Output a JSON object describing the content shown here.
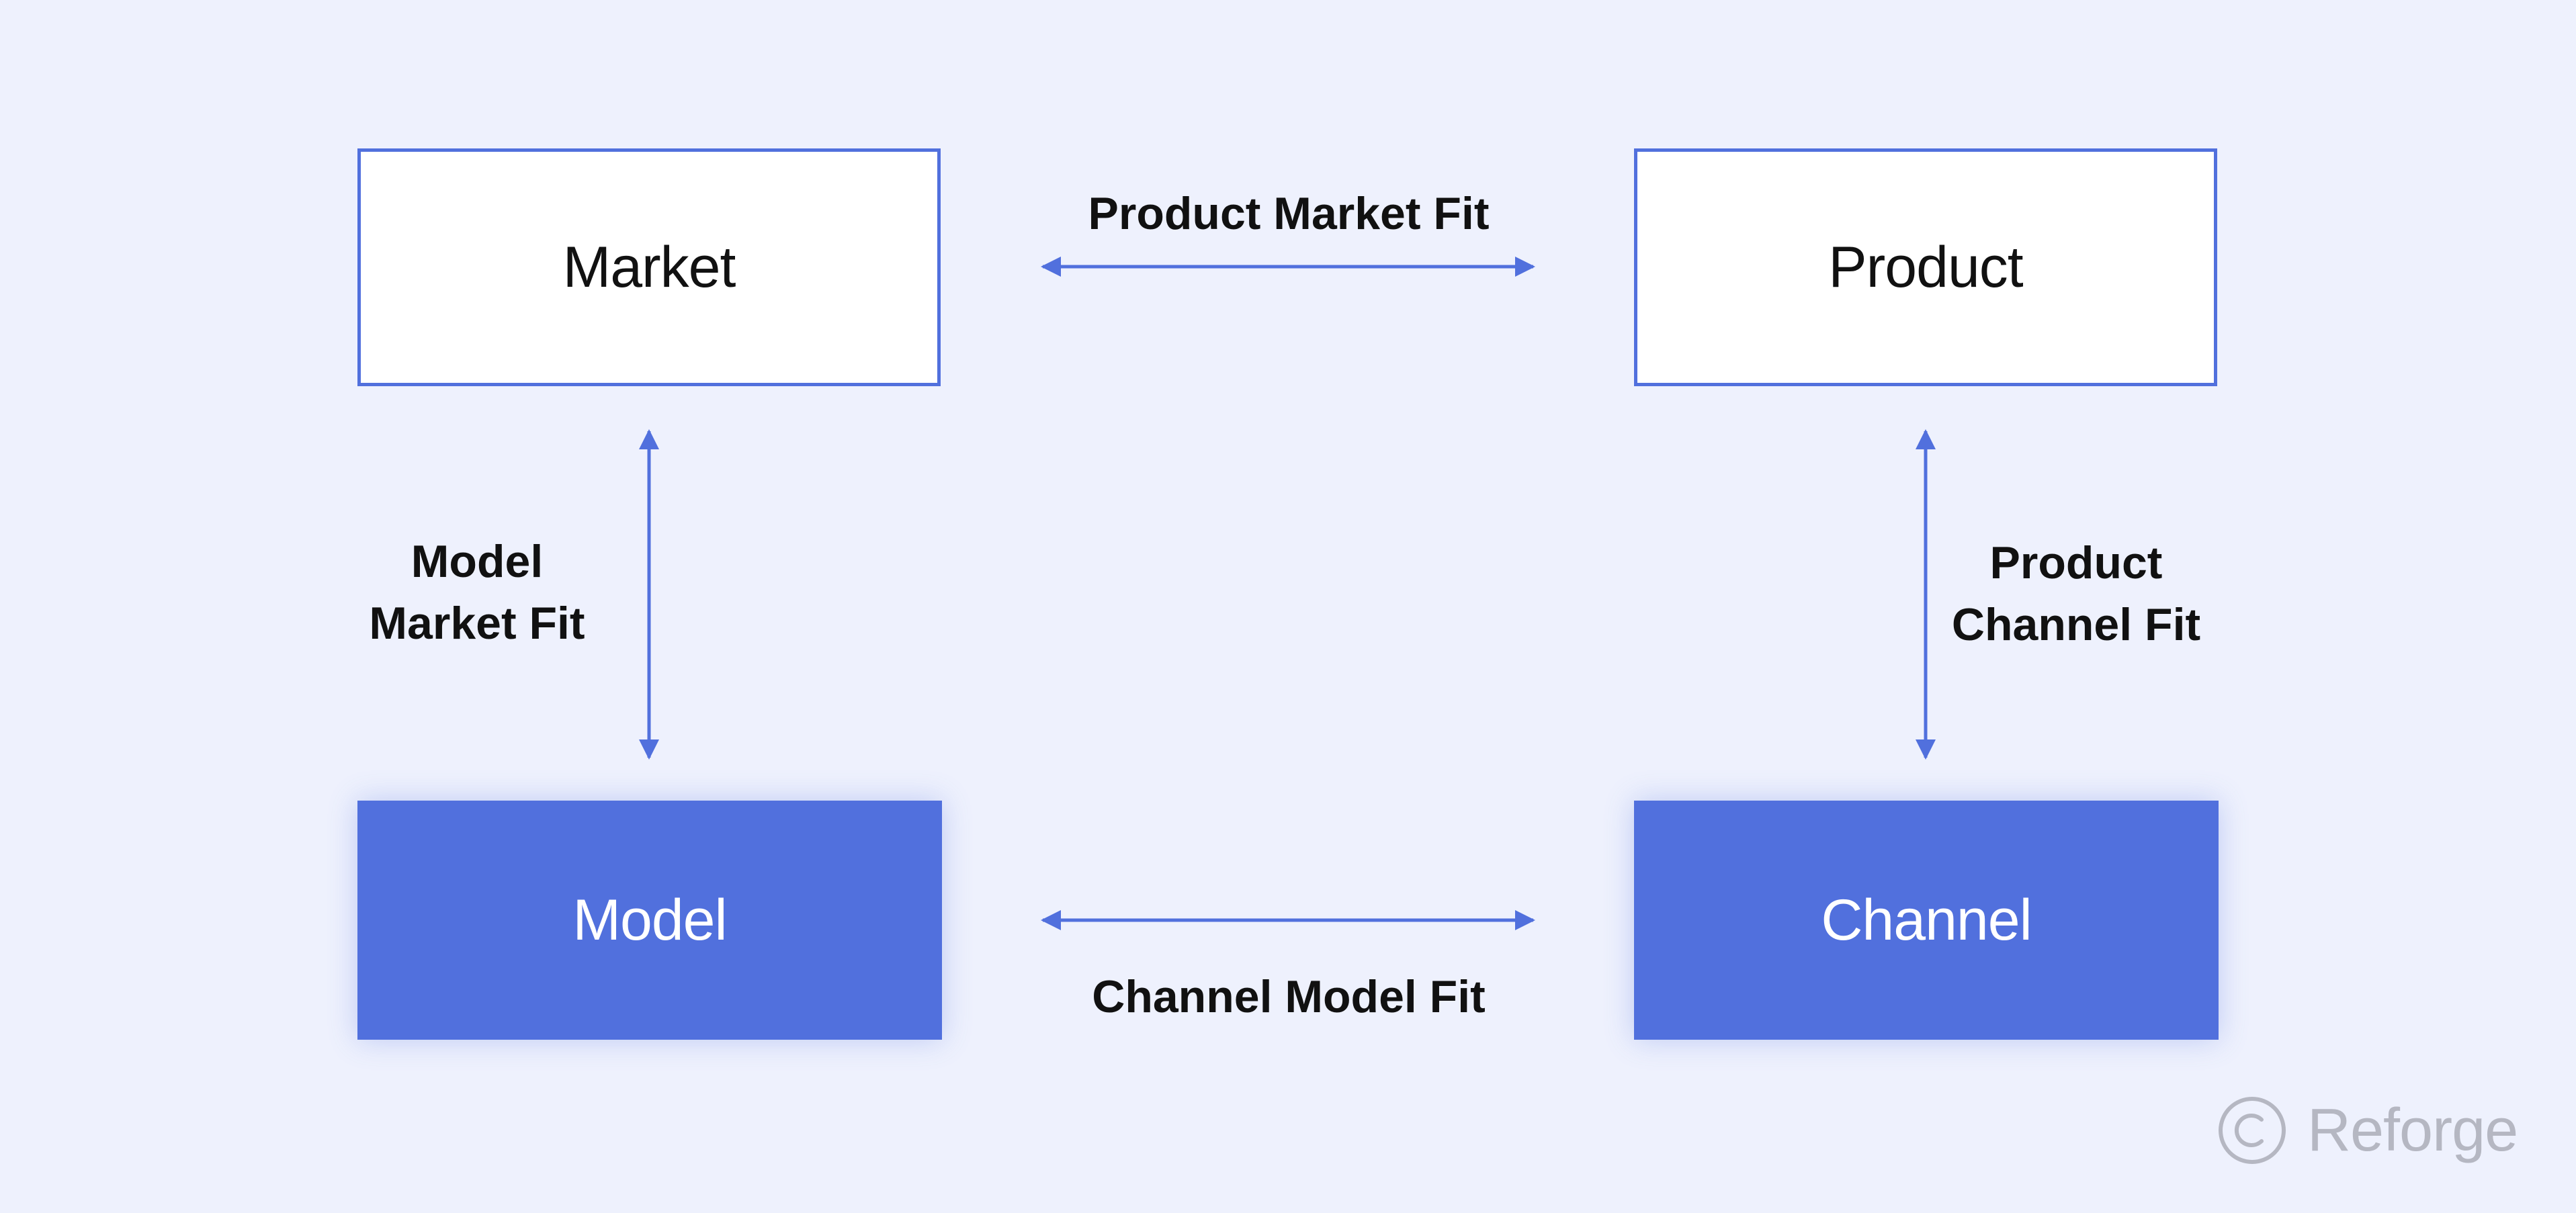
{
  "nodes": {
    "market": "Market",
    "product": "Product",
    "model": "Model",
    "channel": "Channel"
  },
  "edges": {
    "product_market_fit": "Product Market Fit",
    "channel_model_fit": "Channel Model Fit",
    "model_market_fit": [
      "Model",
      "Market Fit"
    ],
    "product_channel_fit": [
      "Product",
      "Channel Fit"
    ]
  },
  "brand": {
    "name": "Reforge",
    "icon": "copyright-icon"
  },
  "colors": {
    "background": "#eef1fd",
    "accent": "#5170dd",
    "node_outline_fill": "#ffffff",
    "text": "#111111",
    "brand": "#b5b7c2"
  }
}
